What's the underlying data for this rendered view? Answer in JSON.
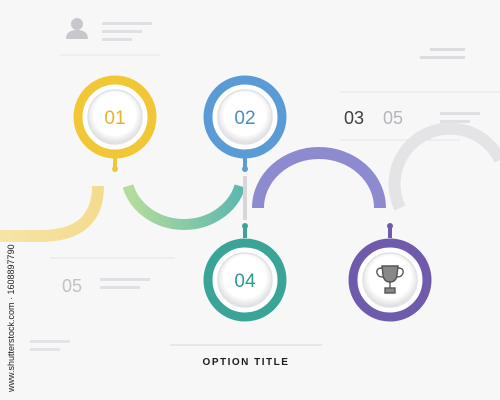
{
  "steps": [
    {
      "label": "01",
      "color": "#f2c736",
      "inner_text_color": "#e5b52a"
    },
    {
      "label": "02",
      "color": "#5b9bd5",
      "inner_text_color": "#4a8cc8"
    },
    {
      "label": "04",
      "color": "#3aa597",
      "inner_text_color": "#2b9b90"
    },
    {
      "label": "trophy-icon",
      "color": "#6e5bab"
    }
  ],
  "labels": {
    "top_right_a": "03",
    "top_right_b": "05",
    "left_mid": "05",
    "option_title": "OPTION TITLE"
  },
  "icons": [
    "user-icon",
    "trophy-icon"
  ],
  "watermark": {
    "side_text": "www.shutterstock.com · 1608897790"
  },
  "colors": {
    "yellow": "#f2c736",
    "yellow_light": "#f6e2a6",
    "blue": "#5b9bd5",
    "green_light": "#a8d8a8",
    "teal": "#3aa597",
    "purple": "#8e8ad0",
    "purple_dark": "#6e5bab",
    "gray_arc": "#e4e4e6",
    "text_gray": "#555555",
    "text_light": "#b8b8bc"
  }
}
